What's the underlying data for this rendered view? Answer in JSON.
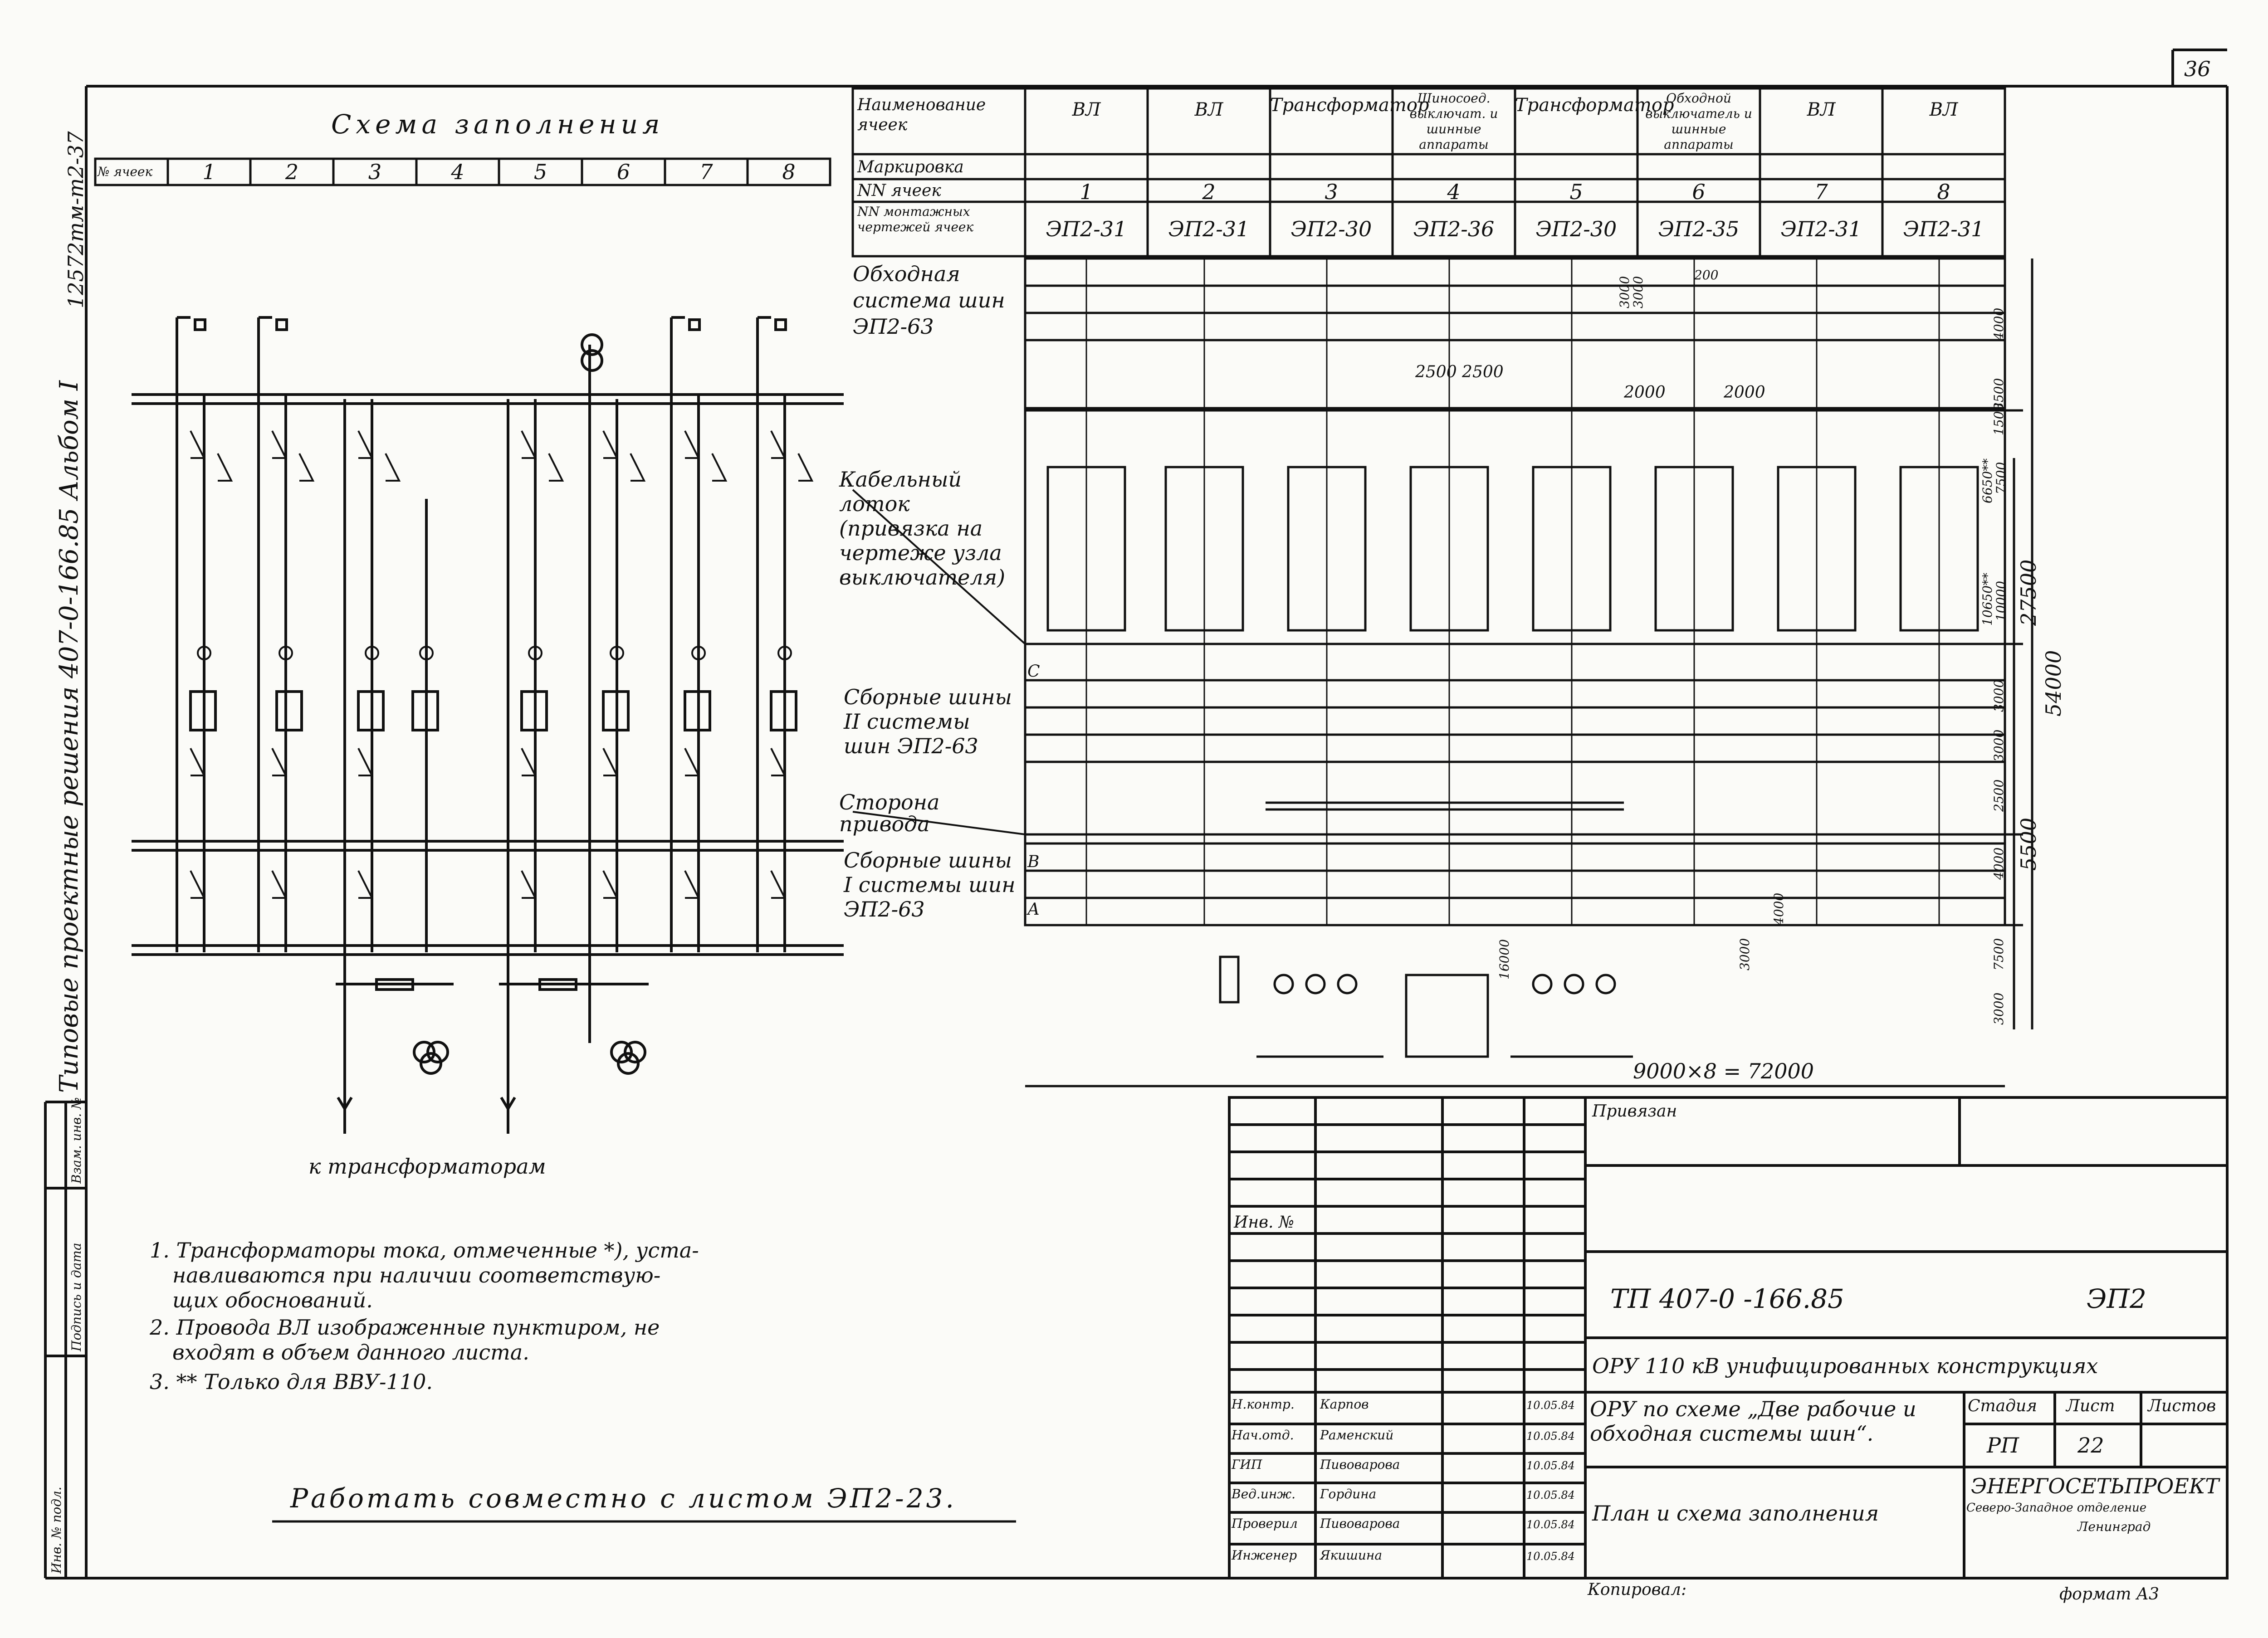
{
  "sheet_corner_number": "36",
  "left_margin": {
    "title_vertical": "Типовые проектные решения 407-0-166.85 Альбом I",
    "code_vertical": "12572тм-т2-37",
    "stamp_cols": [
      "Инв. № подл.",
      "Подпись и дата",
      "Взам. инв. №"
    ]
  },
  "scheme": {
    "title": "Схема заполнения",
    "row_label": "№ ячеек",
    "cells": [
      "1",
      "2",
      "3",
      "4",
      "5",
      "6",
      "7",
      "8"
    ],
    "to_transformers": "к трансформаторам"
  },
  "cell_table": {
    "row_labels": [
      "Наименование ячеек",
      "Маркировка",
      "NN ячеек",
      "NN монтажных чертежей ячеек"
    ],
    "names": [
      "ВЛ",
      "ВЛ",
      "Трансформатор",
      "Шиносоед. выключат. и шинные аппараты",
      "Трансформатор",
      "Обходной выключатель и шинные аппараты",
      "ВЛ",
      "ВЛ"
    ],
    "numbers": [
      "1",
      "2",
      "3",
      "4",
      "5",
      "6",
      "7",
      "8"
    ],
    "drawings": [
      "ЭП2-31",
      "ЭП2-31",
      "ЭП2-30",
      "ЭП2-36",
      "ЭП2-30",
      "ЭП2-35",
      "ЭП2-31",
      "ЭП2-31"
    ]
  },
  "plan_labels": {
    "bypass": "Обходная система шин ЭП2-63",
    "cable": "Кабельный лоток (привязка на чертеже узла выключателя)",
    "bus2": "Сборные шины II системы шин ЭП2-63",
    "drive_side": "Сторона привода",
    "bus1": "Сборные шины I системы шин ЭП2-63"
  },
  "dimensions": {
    "top_pair": "2500 2500",
    "left_2000": "2000",
    "right_2000": "2000",
    "d200": "200",
    "d3000a": "3000",
    "d3000b": "3000",
    "d4000": "4000",
    "d3500": "3500",
    "d1500": "1500",
    "d6650": "6650**",
    "d7500a": "7500",
    "d10650": "10650**",
    "d10000": "10000",
    "d27500": "27500",
    "d54000": "54000",
    "d3000c": "3000",
    "d3000d": "3000",
    "d2500": "2500",
    "d4000b": "4000",
    "d5500": "5500",
    "d7500b": "7500",
    "d3000e": "3000",
    "d16000": "16000",
    "d4000c": "4000",
    "d3000f": "3000",
    "bottom": "9000×8 = 72000",
    "row_C": "С",
    "row_B": "В",
    "row_A": "А"
  },
  "notes": [
    "1. Трансформаторы тока, отмеченные *), уста-",
    "навливаются при наличии соответствую-",
    "щих обоснований.",
    "2. Провода ВЛ изображенные пунктиром, не",
    "входят в объем данного листа.",
    "3. ** Только для ВВУ-110."
  ],
  "work_together": "Работать совместно с листом ЭП2-23.",
  "title_block": {
    "privyazan": "Привязан",
    "inv_no": "Инв. №",
    "doc_code": "ТП 407-0 -166.85",
    "doc_mark": "ЭП2",
    "project": "ОРУ 110 кВ унифицированных конструкциях",
    "roles": [
      "Н.контр.",
      "Нач.отд.",
      "ГИП",
      "Вед.инж.",
      "Проверил",
      "Инженер"
    ],
    "names": [
      "Карпов",
      "Раменский",
      "Пивоварова",
      "Гордина",
      "Пивоварова",
      "Якишина"
    ],
    "dates": [
      "10.05.84",
      "10.05.84",
      "10.05.84",
      "10.05.84",
      "10.05.84",
      "10.05.84"
    ],
    "description": "ОРУ по схеме „Две рабочие и обходная системы шин“.",
    "sheet_title": "План и схема заполнения",
    "stage_label": "Стадия",
    "sheet_label": "Лист",
    "sheets_label": "Листов",
    "stage": "РП",
    "sheet": "22",
    "org": "ЭНЕРГОСЕТЬПРОЕКТ",
    "org_branch": "Северо-Западное отделение",
    "org_city": "Ленинград",
    "copied": "Копировал:",
    "format": "формат А3"
  }
}
